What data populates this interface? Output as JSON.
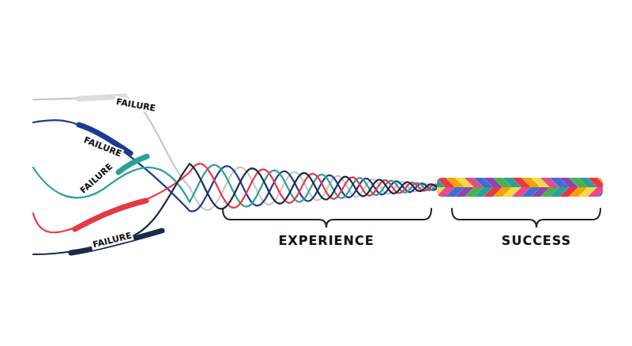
{
  "diagram": {
    "labels": [
      "FAILURE",
      "FAILURE",
      "FAILURE",
      "FAILURE",
      "EXPERIENCE",
      "SUCCESS"
    ]
  }
}
